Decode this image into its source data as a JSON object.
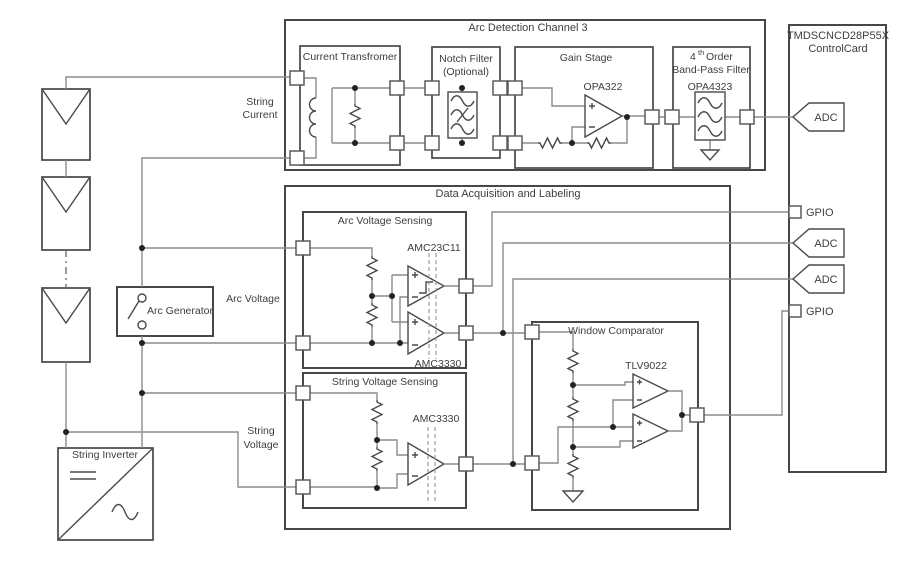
{
  "diagram": {
    "sections": {
      "arc_channel": {
        "title": "Arc Detection Channel 3"
      },
      "daq": {
        "title": "Data Acquisition and Labeling"
      },
      "control_card": {
        "title_line1": "TMDSCNCD28P55X",
        "title_line2": "ControlCard"
      }
    },
    "blocks": {
      "current_transformer": {
        "title": "Current Transfromer"
      },
      "notch_filter": {
        "title_line1": "Notch Filter",
        "title_line2": "(Optional)"
      },
      "gain_stage": {
        "title": "Gain Stage",
        "part": "OPA322"
      },
      "band_pass_filter": {
        "title_num": "4",
        "title_sup": "th",
        "title_rest": "Order",
        "title_line2": "Band-Pass Filter",
        "part": "OPA4323"
      },
      "arc_voltage_sensing": {
        "title": "Arc Voltage Sensing",
        "part_top": "AMC23C11",
        "part_bottom": "AMC3330"
      },
      "string_voltage_sensing": {
        "title": "String Voltage Sensing",
        "part": "AMC3330"
      },
      "window_comparator": {
        "title": "Window Comparator",
        "part": "TLV9022"
      },
      "arc_generator": {
        "title": "Arc Generator"
      },
      "string_inverter": {
        "title": "String Inverter"
      }
    },
    "wire_labels": {
      "string_current_line1": "String",
      "string_current_line2": "Current",
      "arc_voltage": "Arc Voltage",
      "string_voltage_line1": "String",
      "string_voltage_line2": "Voltage"
    },
    "card_ports": {
      "adc1": "ADC",
      "gpio1": "GPIO",
      "adc2": "ADC",
      "adc3": "ADC",
      "gpio2": "GPIO"
    },
    "colors": {
      "background": "#ffffff",
      "box_stroke": "#474747",
      "wire": "#8b8b8b",
      "text": "#3e3e3e",
      "node": "#222222"
    }
  }
}
